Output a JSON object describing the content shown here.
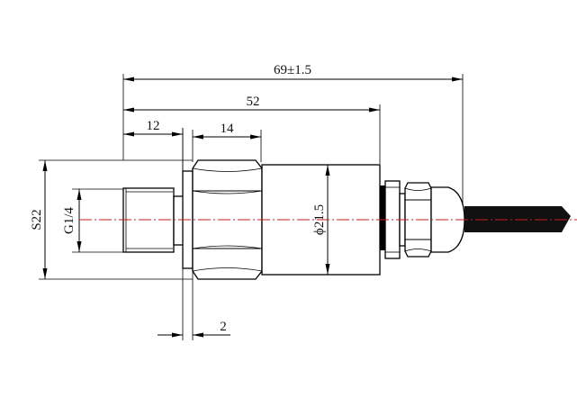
{
  "diagram": {
    "dimensions": {
      "overall_length": "69±1.5",
      "body_length": "52",
      "thread_length": "12",
      "hex_length": "14",
      "washer_thickness": "2",
      "hex_size": "S22",
      "thread_size": "G1/4",
      "body_diameter": "ϕ21.5"
    },
    "colors": {
      "outline": "#000000",
      "centerline": "#c81e1e",
      "cable": "#111111"
    }
  }
}
